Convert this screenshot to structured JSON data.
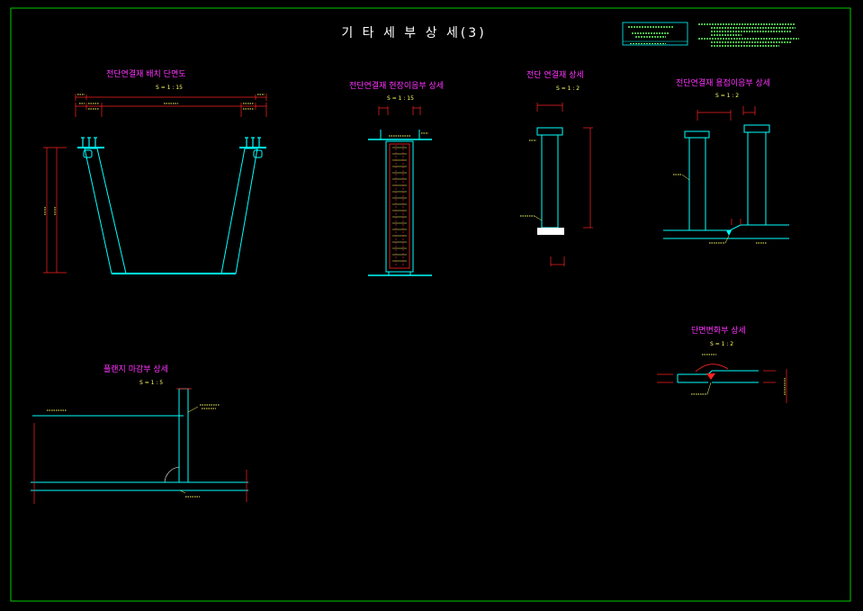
{
  "sheet_title": "기 타 세 부 상 세(3)",
  "panels": [
    {
      "id": "p1",
      "title": "전단연결재 배치 단면도",
      "scale": "S = 1 : 15"
    },
    {
      "id": "p2",
      "title": "전단연결재 현장이음부 상세",
      "scale": "S = 1 : 15"
    },
    {
      "id": "p3",
      "title": "전단 연결재 상세",
      "scale": "S = 1 : 2"
    },
    {
      "id": "p4",
      "title": "전단연결재 용접이음부 상세",
      "scale": "S = 1 : 2"
    },
    {
      "id": "p5",
      "title": "플랜지 마감부 상세",
      "scale": "S = 1 : 5"
    },
    {
      "id": "p6",
      "title": "단면변화부 상세",
      "scale": "S = 1 : 2"
    }
  ],
  "colors": {
    "frame": "#00cc00",
    "structure": "#00ffff",
    "dimension": "#ff2222",
    "annotation": "#ffff66",
    "title": "#ff33ff",
    "sheet_title": "#ffffff"
  }
}
